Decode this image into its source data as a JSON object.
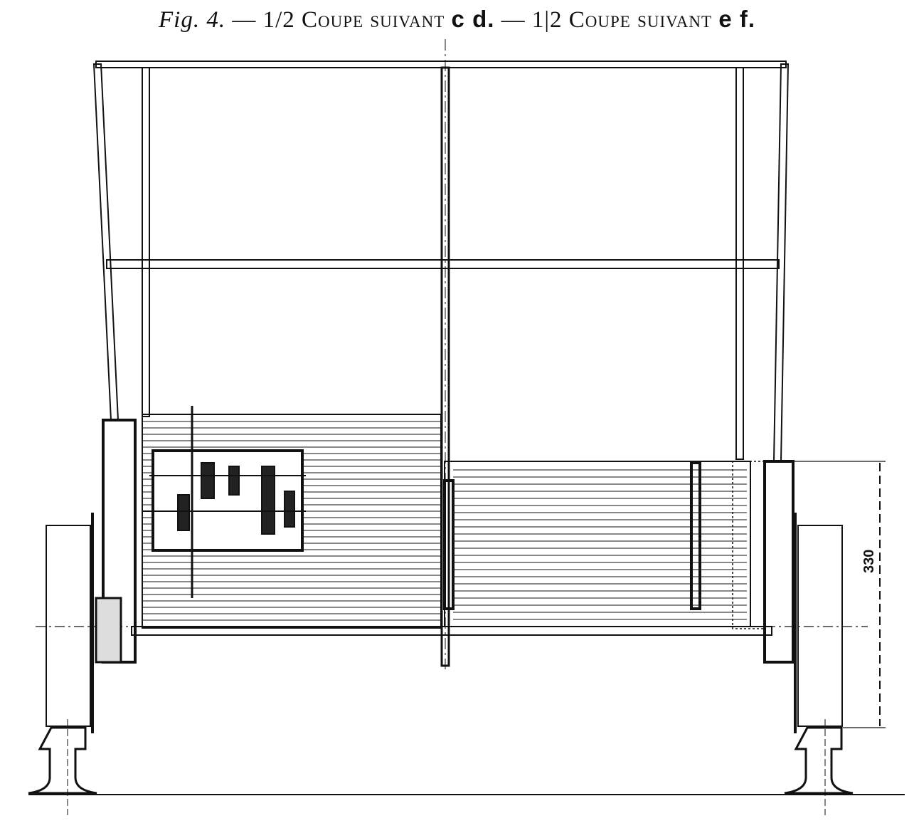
{
  "title": {
    "fig": "Fig. 4.",
    "dash1": "—",
    "part1": "1/2 Coupe suivant",
    "part1_letters": "c d.",
    "dash2": "—",
    "part2": "1|2 Coupe suivant",
    "part2_letters": "e f."
  },
  "dimension": {
    "value": "330"
  },
  "colors": {
    "ink": "#111111",
    "paper": "#ffffff"
  }
}
